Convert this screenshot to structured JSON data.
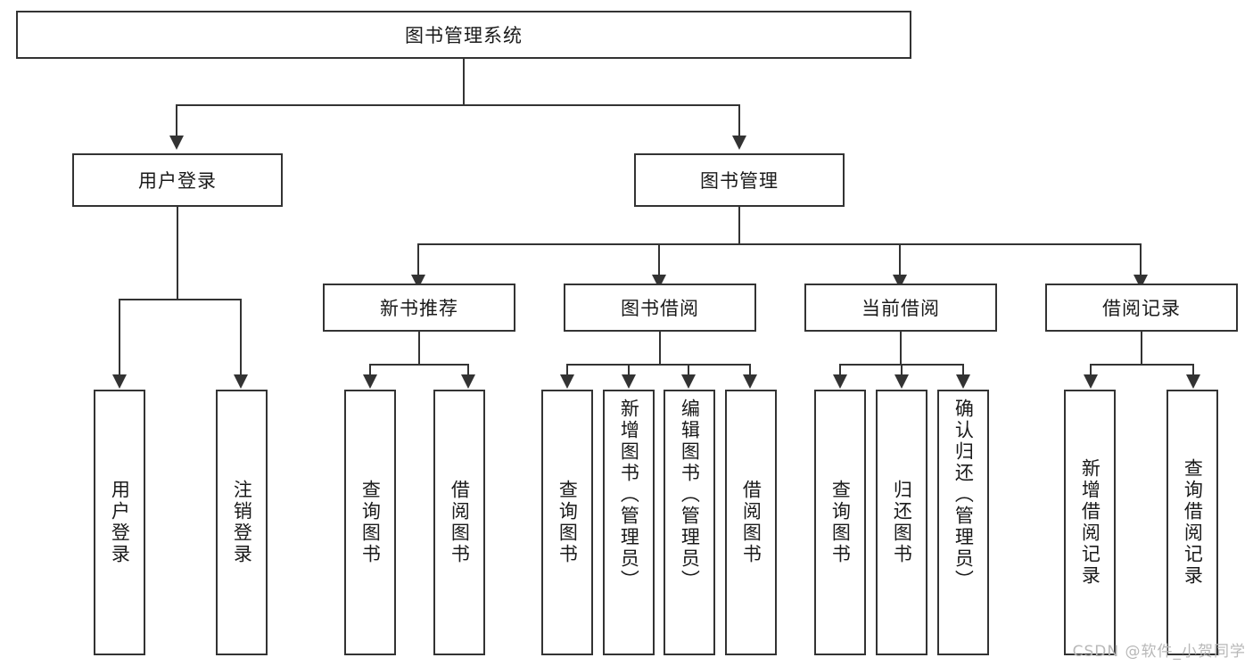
{
  "diagram": {
    "title": "图书管理系统",
    "type": "hierarchy-tree",
    "root": {
      "label": "图书管理系统"
    },
    "level2": [
      {
        "label": "用户登录"
      },
      {
        "label": "图书管理"
      }
    ],
    "level3": [
      {
        "label": "新书推荐"
      },
      {
        "label": "图书借阅"
      },
      {
        "label": "当前借阅"
      },
      {
        "label": "借阅记录"
      }
    ],
    "leaves": {
      "user_login": [
        {
          "label": "用户登录"
        },
        {
          "label": "注销登录"
        }
      ],
      "new_book_recommend": [
        {
          "label": "查询图书"
        },
        {
          "label": "借阅图书"
        }
      ],
      "book_borrow": [
        {
          "label": "查询图书"
        },
        {
          "label": "新增图书（管理员）"
        },
        {
          "label": "编辑图书（管理员）"
        },
        {
          "label": "借阅图书"
        }
      ],
      "current_borrow": [
        {
          "label": "查询图书"
        },
        {
          "label": "归还图书"
        },
        {
          "label": "确认归还（管理员）"
        }
      ],
      "borrow_record": [
        {
          "label": "新增借阅记录"
        },
        {
          "label": "查询借阅记录"
        }
      ]
    }
  },
  "watermark": {
    "text": "CSDN @软件_小贺同学"
  },
  "colors": {
    "stroke": "#333333",
    "background": "#ffffff",
    "text": "#1a1a1a",
    "watermark": "#b8b8b8"
  }
}
